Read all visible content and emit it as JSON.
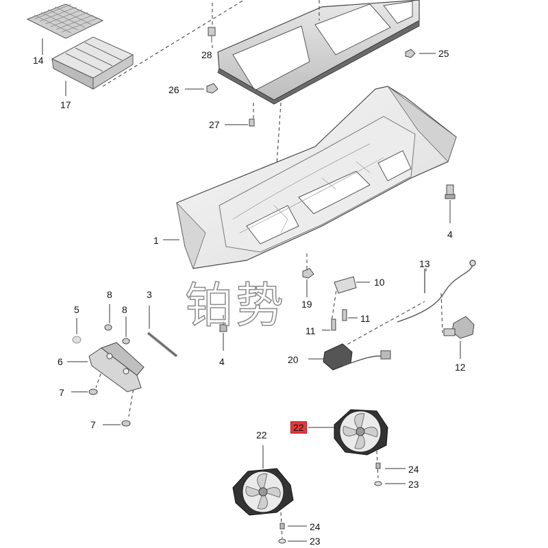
{
  "watermark": "铂势",
  "highlight_color": "#e23a3a",
  "callouts": [
    {
      "id": "c14",
      "text": "14"
    },
    {
      "id": "c17",
      "text": "17"
    },
    {
      "id": "c28",
      "text": "28"
    },
    {
      "id": "c25",
      "text": "25"
    },
    {
      "id": "c26",
      "text": "26"
    },
    {
      "id": "c27",
      "text": "27"
    },
    {
      "id": "c4a",
      "text": "4"
    },
    {
      "id": "c1",
      "text": "1"
    },
    {
      "id": "c13",
      "text": "13"
    },
    {
      "id": "c10",
      "text": "10"
    },
    {
      "id": "c19",
      "text": "19"
    },
    {
      "id": "c8a",
      "text": "8"
    },
    {
      "id": "c8b",
      "text": "8"
    },
    {
      "id": "c3",
      "text": "3"
    },
    {
      "id": "c5",
      "text": "5"
    },
    {
      "id": "c11a",
      "text": "11"
    },
    {
      "id": "c11b",
      "text": "11"
    },
    {
      "id": "c6",
      "text": "6"
    },
    {
      "id": "c4b",
      "text": "4"
    },
    {
      "id": "c12",
      "text": "12"
    },
    {
      "id": "c20",
      "text": "20"
    },
    {
      "id": "c7a",
      "text": "7"
    },
    {
      "id": "c7b",
      "text": "7"
    },
    {
      "id": "c22a",
      "text": "22",
      "highlighted": true
    },
    {
      "id": "c22b",
      "text": "22"
    },
    {
      "id": "c24a",
      "text": "24"
    },
    {
      "id": "c23a",
      "text": "23"
    },
    {
      "id": "c24b",
      "text": "24"
    },
    {
      "id": "c23b",
      "text": "23"
    }
  ]
}
